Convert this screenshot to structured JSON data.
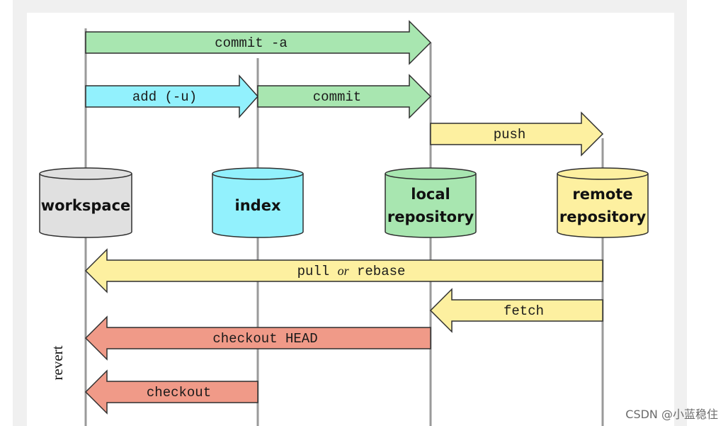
{
  "diagram": {
    "colors": {
      "frame_bg": "#f0f0f0",
      "canvas_bg": "#ffffff",
      "lane_line": "#9a9a9a",
      "green_fill": "#a8e6b0",
      "cyan_fill": "#92f1fd",
      "yellow_fill": "#fdf0a0",
      "red_fill": "#f09a88",
      "gray_fill": "#e0e0e0",
      "stroke": "#2f2f2f"
    },
    "stores": [
      {
        "id": "workspace",
        "lines": [
          "workspace"
        ],
        "color": "#e0e0e0"
      },
      {
        "id": "index",
        "lines": [
          "index"
        ],
        "color": "#92f1fd"
      },
      {
        "id": "local",
        "lines": [
          "local",
          "repository"
        ],
        "color": "#a8e6b0"
      },
      {
        "id": "remote",
        "lines": [
          "remote",
          "repository"
        ],
        "color": "#fdf0a0"
      }
    ],
    "arrows": [
      {
        "id": "commit-a",
        "label": "commit -a",
        "from": "workspace",
        "to": "local",
        "color": "#a8e6b0"
      },
      {
        "id": "add",
        "label": "add (-u)",
        "from": "workspace",
        "to": "index",
        "color": "#92f1fd"
      },
      {
        "id": "commit",
        "label": "commit",
        "from": "index",
        "to": "local",
        "color": "#a8e6b0"
      },
      {
        "id": "push",
        "label": "push",
        "from": "local",
        "to": "remote",
        "color": "#fdf0a0"
      },
      {
        "id": "pull",
        "label_parts": [
          "pull",
          "or",
          "rebase"
        ],
        "from": "remote",
        "to": "workspace",
        "color": "#fdf0a0"
      },
      {
        "id": "fetch",
        "label": "fetch",
        "from": "remote",
        "to": "local",
        "color": "#fdf0a0"
      },
      {
        "id": "checkout-head",
        "label": "checkout HEAD",
        "from": "local",
        "to": "workspace",
        "color": "#f09a88"
      },
      {
        "id": "checkout",
        "label": "checkout",
        "from": "index",
        "to": "workspace",
        "color": "#f09a88"
      }
    ],
    "side_label": "revert"
  },
  "watermark": "CSDN @小蓝稳住"
}
